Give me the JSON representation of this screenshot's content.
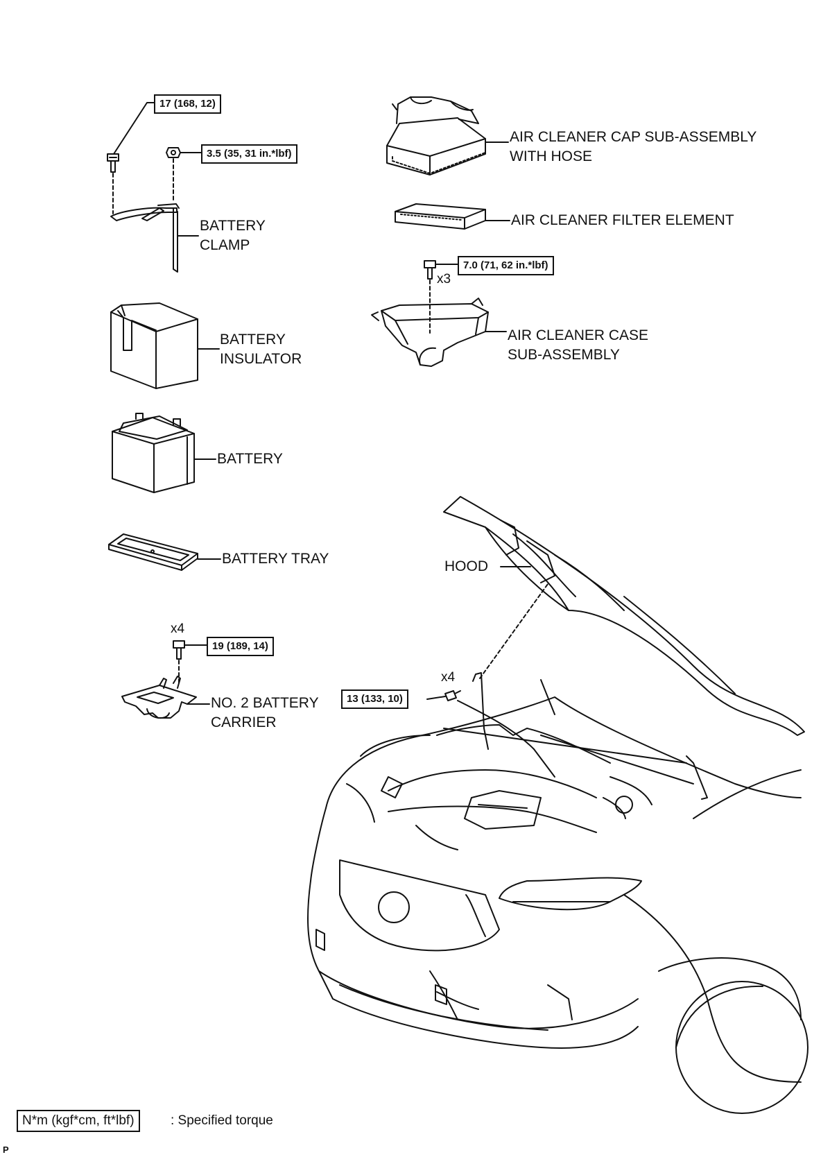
{
  "parts": {
    "battery_clamp": "BATTERY\nCLAMP",
    "battery_insulator": "BATTERY\nINSULATOR",
    "battery": "BATTERY",
    "battery_tray": "BATTERY TRAY",
    "battery_carrier": "NO. 2 BATTERY\nCARRIER",
    "air_cleaner_cap": "AIR CLEANER CAP SUB-ASSEMBLY\nWITH HOSE",
    "air_cleaner_filter": "AIR CLEANER FILTER ELEMENT",
    "air_cleaner_case": "AIR CLEANER CASE\nSUB-ASSEMBLY",
    "hood": "HOOD"
  },
  "torques": {
    "clamp_bolt": "17 (168, 12)",
    "clamp_nut": "3.5 (35, 31 in.*lbf)",
    "case_bolt": "7.0 (71, 62 in.*lbf)",
    "carrier_bolt": "19 (189, 14)",
    "hood_bolt": "13 (133, 10)"
  },
  "quantities": {
    "case_bolt": "x3",
    "carrier_bolt": "x4",
    "hood_bolt": "x4"
  },
  "legend": {
    "symbol": "N*m (kgf*cm, ft*lbf)",
    "text": ": Specified torque"
  },
  "corner_mark": "P"
}
